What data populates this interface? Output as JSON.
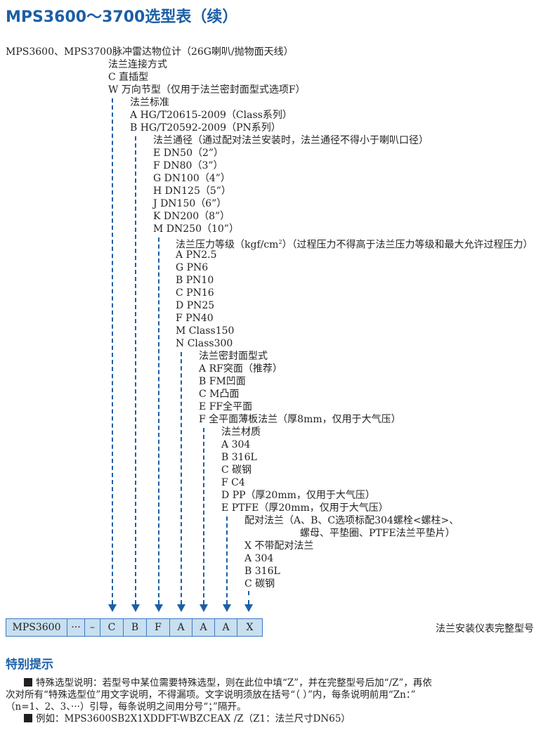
{
  "title": "MPS3600～3700选型表（续）",
  "product_line": "MPS3600、MPS3700脉冲雷达物位计（26G喇叭/抛物面天线）",
  "groups": [
    {
      "heading": "法兰连接方式",
      "options": [
        {
          "code": "C",
          "label": "直插型"
        },
        {
          "code": "W",
          "label": "万向节型（仅用于法兰密封面型式选项F）"
        }
      ]
    },
    {
      "heading": "法兰标准",
      "options": [
        {
          "code": "A",
          "label": "HG/T20615-2009（Class系列）"
        },
        {
          "code": "B",
          "label": "HG/T20592-2009（PN系列）"
        }
      ]
    },
    {
      "heading": "法兰通径（通过配对法兰安装时，法兰通径不得小于喇叭口径）",
      "options": [
        {
          "code": "E",
          "label": "DN50（2”）"
        },
        {
          "code": "F",
          "label": "DN80（3”）"
        },
        {
          "code": "G",
          "label": "DN100（4”）"
        },
        {
          "code": "H",
          "label": "DN125（5”）"
        },
        {
          "code": "J",
          "label": "DN150（6”）"
        },
        {
          "code": "K",
          "label": "DN200（8”）"
        },
        {
          "code": "M",
          "label": "DN250（10”）"
        }
      ]
    },
    {
      "heading_pre": "法兰压力等级（kgf/cm",
      "heading_sup": "2",
      "heading_post": "）（过程压力不得高于法兰压力等级和最大允许过程压力）",
      "options": [
        {
          "code": "A",
          "label": "PN2.5"
        },
        {
          "code": "G",
          "label": "PN6"
        },
        {
          "code": "B",
          "label": "PN10"
        },
        {
          "code": "C",
          "label": "PN16"
        },
        {
          "code": "D",
          "label": "PN25"
        },
        {
          "code": "F",
          "label": "PN40"
        },
        {
          "code": "M",
          "label": "Class150"
        },
        {
          "code": "N",
          "label": "Class300"
        }
      ]
    },
    {
      "heading": "法兰密封面型式",
      "options": [
        {
          "code": "A",
          "label": "RF突面（推荐）"
        },
        {
          "code": "B",
          "label": "FM凹面"
        },
        {
          "code": "C",
          "label": "M凸面"
        },
        {
          "code": "E",
          "label": "FF全平面"
        },
        {
          "code": "F",
          "label": "全平面薄板法兰（厚8mm，仅用于大气压）"
        }
      ]
    },
    {
      "heading": "法兰材质",
      "options": [
        {
          "code": "A",
          "label": "304"
        },
        {
          "code": "B",
          "label": "316L"
        },
        {
          "code": "C",
          "label": "碳钢"
        },
        {
          "code": "F",
          "label": "C4"
        },
        {
          "code": "D",
          "label": "PP（厚20mm，仅用于大气压）"
        },
        {
          "code": "E",
          "label": "PTFE（厚20mm，仅用于大气压）"
        }
      ]
    },
    {
      "heading": "配对法兰（A、B、C选项标配304螺栓<螺柱>、",
      "heading_cont": "螺母、平垫圈、PTFE法兰平垫片）",
      "options": [
        {
          "code": "X",
          "label": "不带配对法兰"
        },
        {
          "code": "A",
          "label": "304"
        },
        {
          "code": "B",
          "label": "316L"
        },
        {
          "code": "C",
          "label": "碳钢"
        }
      ]
    }
  ],
  "model_code": {
    "cells": [
      "MPS3600",
      "···",
      "–",
      "C",
      "B",
      "F",
      "A",
      "A",
      "A",
      "X"
    ],
    "label": "法兰安装仪表完整型号"
  },
  "notes": {
    "title": "特别提示",
    "special_line1": "特殊选型说明：若型号中某位需要特殊选型，则在此位中填“Z”，并在完整型号后加“/Z”，再依",
    "special_line2": "次对所有“特殊选型位”用文字说明，不得漏项。文字说明须放在括号“（ ）”内，每条说明前用“Zn：”",
    "special_line3": "（n=1、2、3、···）引导，每条说明之间用分号“；”隔开。",
    "example": "例如：MPS3600SB2X1XDDFT-WBZCEAX /Z（Z1：法兰尺寸DN65）"
  },
  "colors": {
    "accent": "#1c5fa6",
    "cell_fill": "#c7dff0",
    "cell_border": "#3b7ac0",
    "text": "#231f20"
  }
}
